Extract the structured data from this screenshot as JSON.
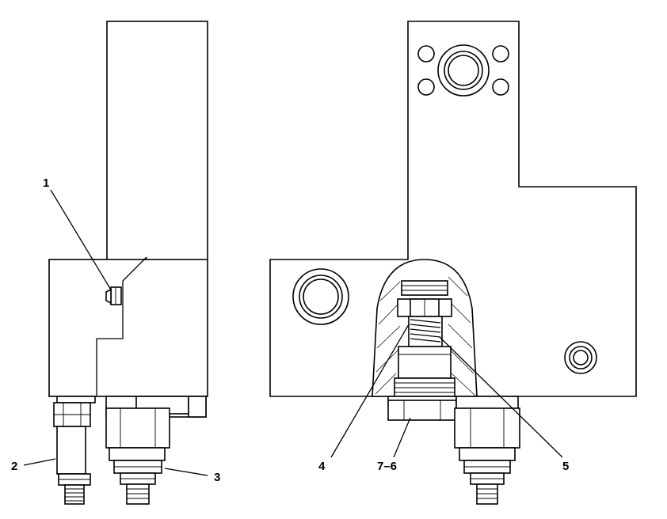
{
  "diagram": {
    "callouts": [
      {
        "id": "1",
        "text": "1"
      },
      {
        "id": "2",
        "text": "2"
      },
      {
        "id": "3",
        "text": "3"
      },
      {
        "id": "4",
        "text": "4"
      },
      {
        "id": "5",
        "text": "5"
      },
      {
        "id": "76",
        "text": "7–6"
      }
    ]
  }
}
